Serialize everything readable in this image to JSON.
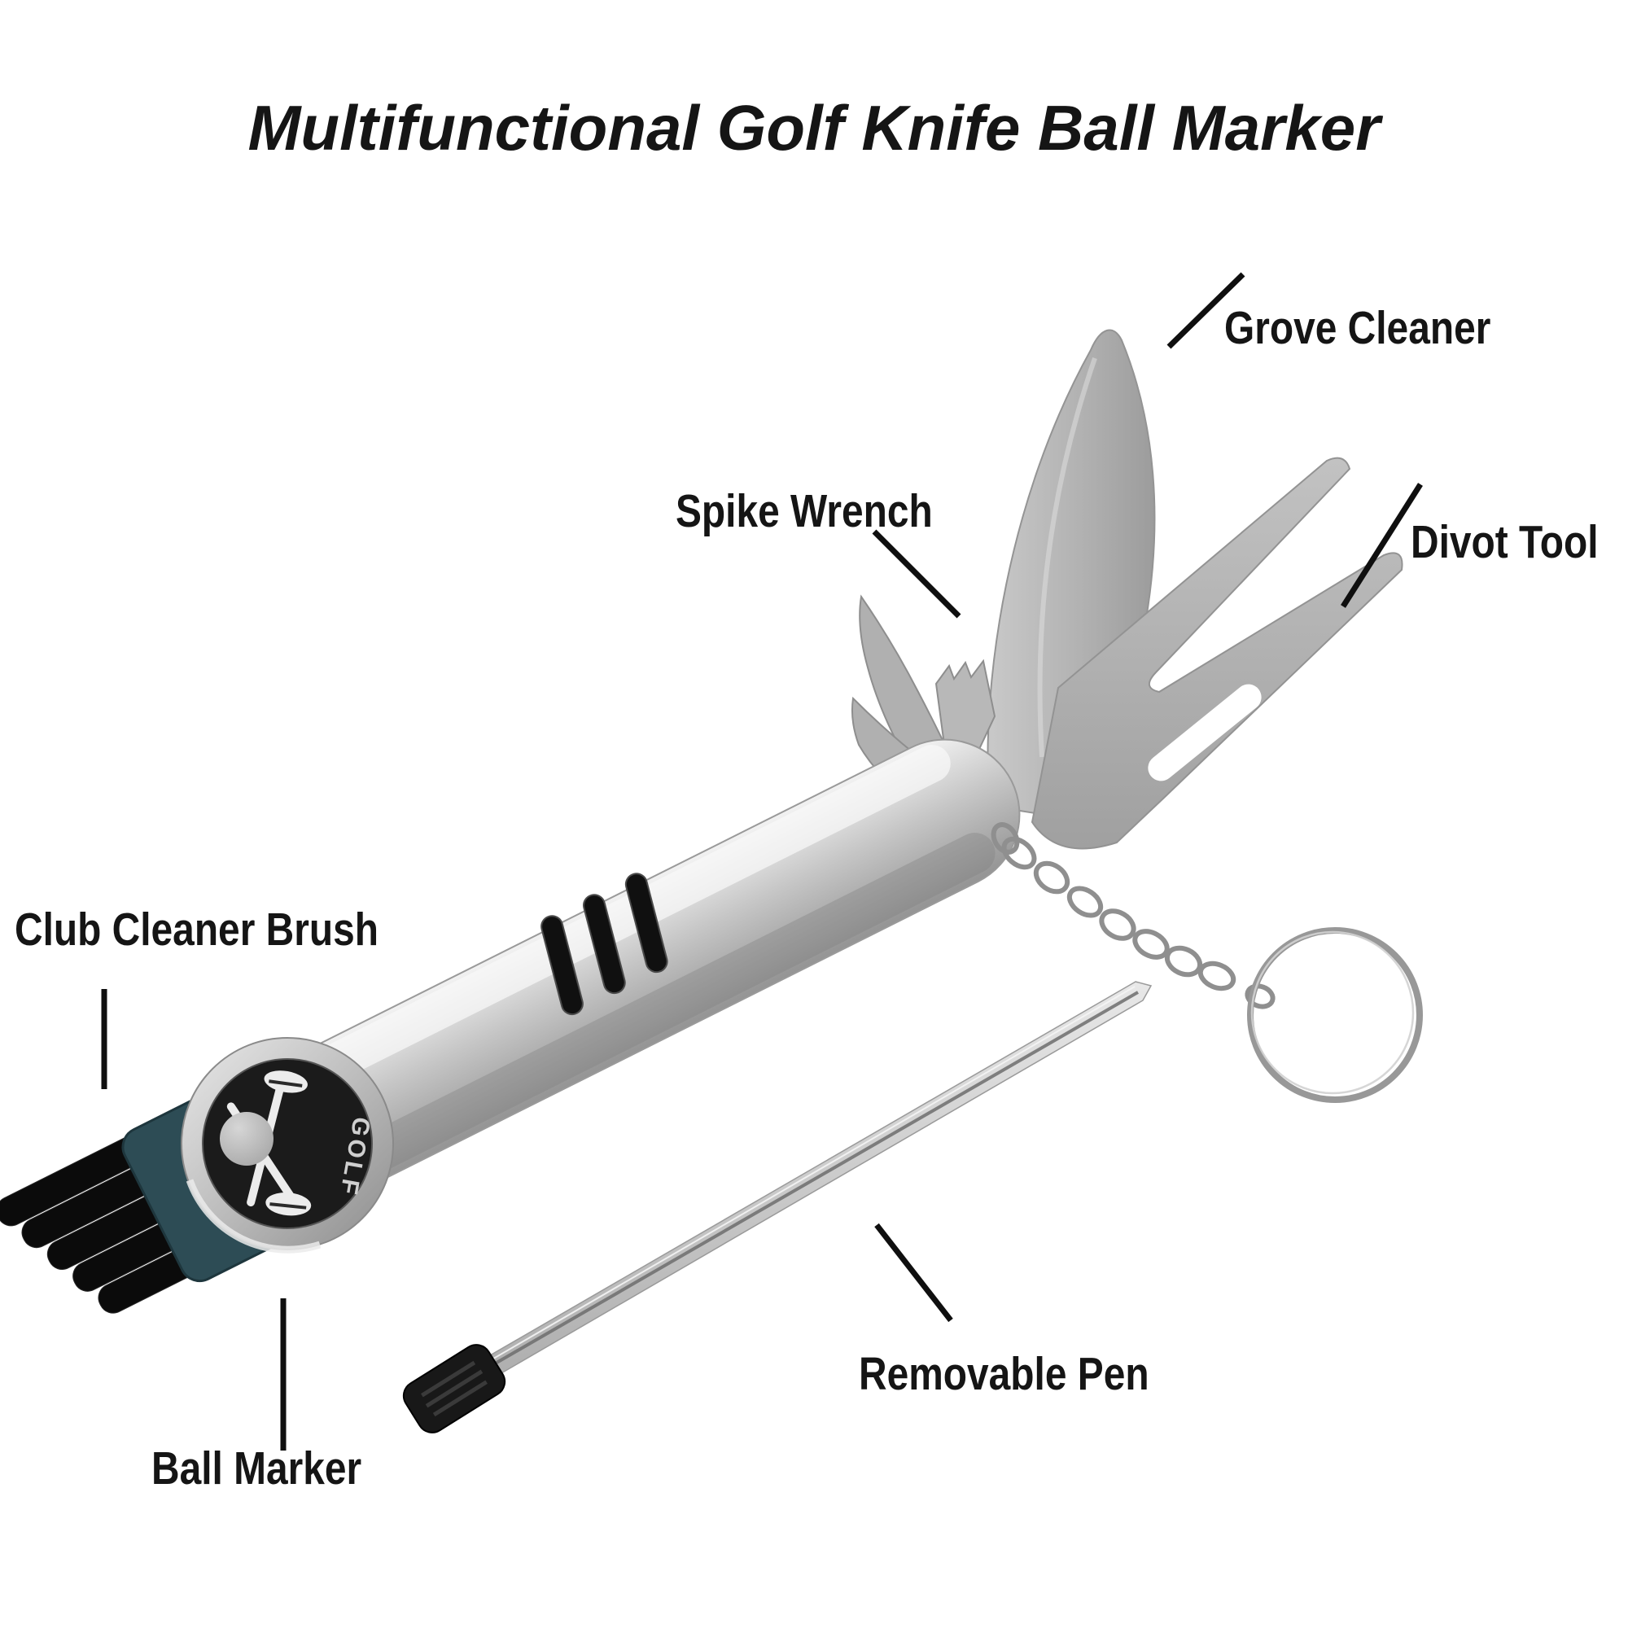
{
  "title": "Multifunctional Golf Knife Ball Marker",
  "labels": {
    "grove_cleaner": "Grove Cleaner",
    "spike_wrench": "Spike Wrench",
    "divot_tool": "Divot Tool",
    "club_cleaner_brush": "Club Cleaner Brush",
    "ball_marker": "Ball Marker",
    "removable_pen": "Removable Pen"
  },
  "badge": {
    "text": "GOLF"
  },
  "colors": {
    "background": "#ffffff",
    "label_text": "#151515",
    "callout_line": "#0f0f0f",
    "metal_light": "#f0f0f0",
    "metal_mid": "#b5b5b5",
    "metal_dark": "#8f8f8f",
    "handle_slot": "#101010",
    "brush_base_teal": "#2d4c55",
    "bristles_black": "#0b0b0b",
    "badge_face": "#1b1b1b",
    "badge_ring": "#c9c9c9",
    "pen_cap_black": "#181818"
  }
}
